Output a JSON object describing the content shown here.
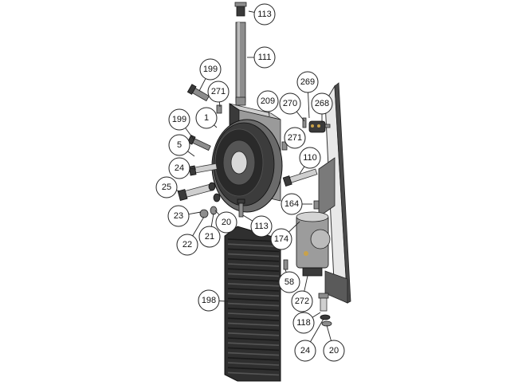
{
  "labels": {
    "l113a": "113",
    "l111": "111",
    "l199a": "199",
    "l271a": "271",
    "l269": "269",
    "l209": "209",
    "l270": "270",
    "l268": "268",
    "l199b": "199",
    "l1": "1",
    "l271b": "271",
    "l5": "5",
    "l110": "110",
    "l24a": "24",
    "l25": "25",
    "l164": "164",
    "l23": "23",
    "l20a": "20",
    "l113b": "113",
    "l22": "22",
    "l21": "21",
    "l174": "174",
    "l58": "58",
    "l198": "198",
    "l272": "272",
    "l118": "118",
    "l24b": "24",
    "l20b": "20"
  }
}
